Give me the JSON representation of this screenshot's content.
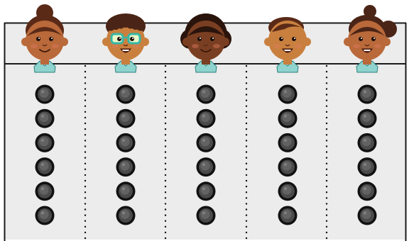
{
  "children": [
    {
      "name": "child-1",
      "hair": "bun",
      "glasses": false,
      "skin": "#b9693a",
      "hair_color": "#5a2a17",
      "counters": 6
    },
    {
      "name": "child-2",
      "hair": "short-curly",
      "glasses": true,
      "skin": "#c9803f",
      "hair_color": "#4a2416",
      "counters": 6
    },
    {
      "name": "child-3",
      "hair": "afro",
      "glasses": false,
      "skin": "#7a3f22",
      "hair_color": "#2a140c",
      "counters": 6
    },
    {
      "name": "child-4",
      "hair": "short",
      "glasses": false,
      "skin": "#c9803f",
      "hair_color": "#5a2a17",
      "counters": 6
    },
    {
      "name": "child-5",
      "hair": "puffs",
      "glasses": false,
      "skin": "#b9693a",
      "hair_color": "#4a2416",
      "counters": 6
    }
  ],
  "colors": {
    "background": "#ececec",
    "border": "#1a1a1a",
    "counter_fill": "#4a4a4a",
    "counter_outline": "#111111",
    "collar": "#8fd3cf",
    "glasses": "#36b6a6"
  }
}
